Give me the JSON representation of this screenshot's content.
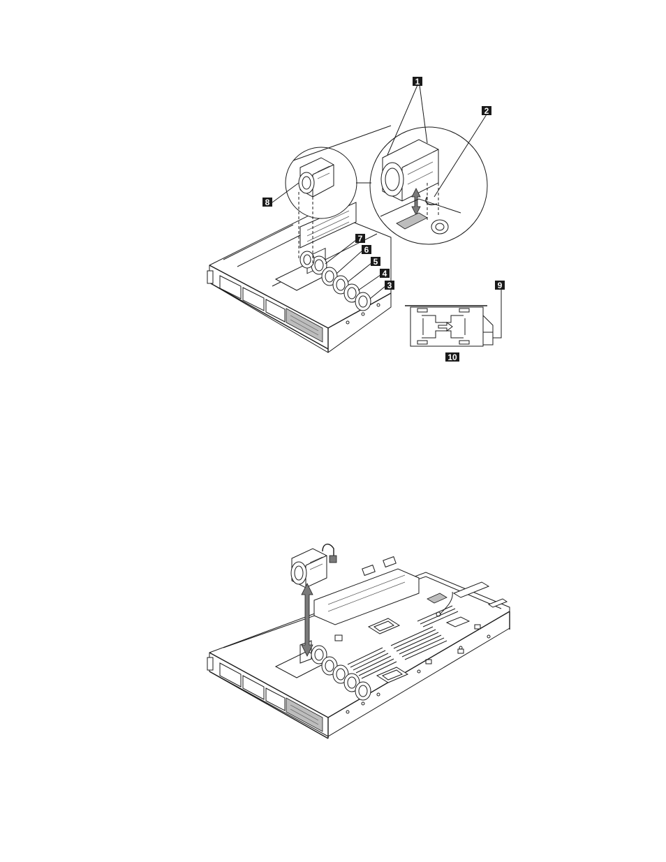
{
  "figure_top": {
    "callouts": [
      "1",
      "2",
      "3",
      "4",
      "5",
      "6",
      "7",
      "8",
      "9",
      "10"
    ]
  },
  "figure_bottom": {}
}
